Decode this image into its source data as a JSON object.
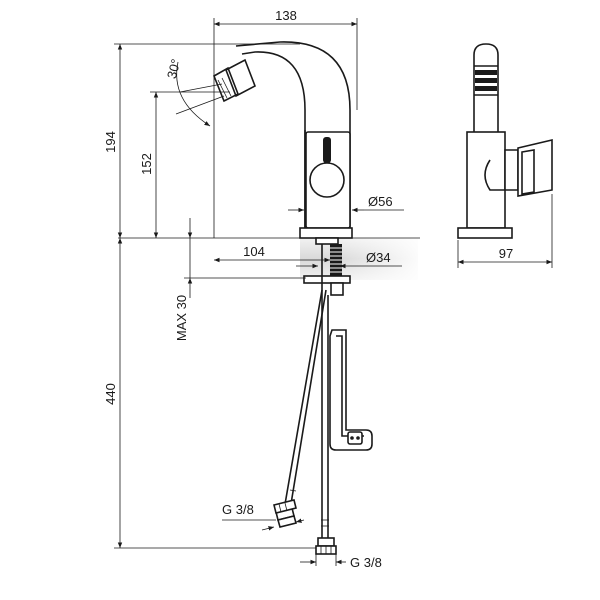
{
  "dimensions": {
    "width_top": "138",
    "height_total": "194",
    "height_spout": "152",
    "angle": "30°",
    "body_diameter": "Ø56",
    "reach": "104",
    "shank_diameter": "Ø34",
    "max_thickness": "MAX 30",
    "hose_length": "440",
    "side_depth": "97",
    "thread_hose": "G 3/8",
    "thread_bottom": "G 3/8"
  }
}
